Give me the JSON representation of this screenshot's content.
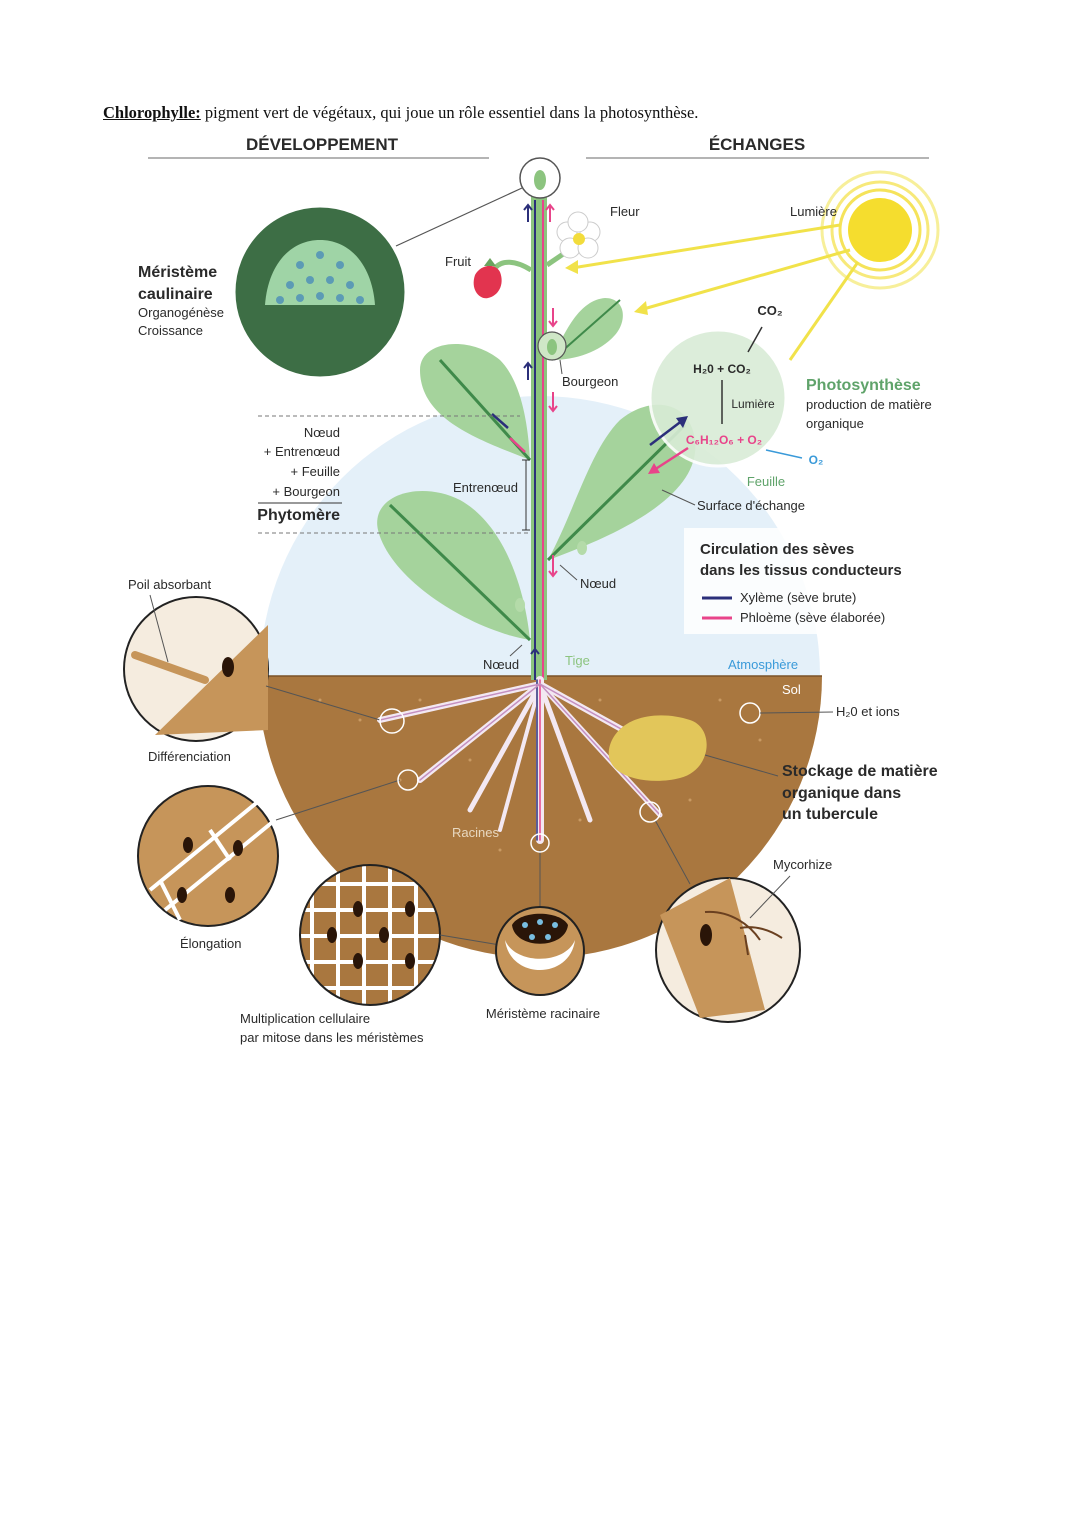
{
  "intro": {
    "term": "Chlorophylle:",
    "definition": " pigment vert de végétaux, qui joue un rôle essentiel dans la photosynthèse."
  },
  "headers": {
    "left": "DÉVELOPPEMENT",
    "right": "ÉCHANGES"
  },
  "labels": {
    "fleur": "Fleur",
    "lumiere": "Lumière",
    "fruit": "Fruit",
    "meristeme_caulinaire_1": "Méristème",
    "meristeme_caulinaire_2": "caulinaire",
    "organogenese": "Organogénèse",
    "croissance": "Croissance",
    "co2": "CO₂",
    "eq_top": "H₂0 + CO₂",
    "eq_lumiere": "Lumière",
    "eq_bottom": "C₆H₁₂O₆ + O₂",
    "o2": "O₂",
    "feuille": "Feuille",
    "photosynthese": "Photosynthèse",
    "photo_desc_1": "production de matière",
    "photo_desc_2": "organique",
    "bourgeon": "Bourgeon",
    "noeud_list": "Nœud",
    "entrenoeud_list": "+ Entrenœud",
    "feuille_list": "+ Feuille",
    "bourgeon_list": "+ Bourgeon",
    "phytomere": "Phytomère",
    "entrenoeud": "Entrenœud",
    "surface": "Surface d'échange",
    "circulation_1": "Circulation des sèves",
    "circulation_2": "dans les tissus conducteurs",
    "xyleme": "Xylème (sève brute)",
    "phloeme": "Phloème (sève élaborée)",
    "noeud_right": "Nœud",
    "poil": "Poil absorbant",
    "noeud_bottom": "Nœud",
    "tige": "Tige",
    "atmosphere": "Atmosphère",
    "sol": "Sol",
    "h2o_ions": "H₂0 et ions",
    "differenciation": "Différenciation",
    "stockage_1": "Stockage de matière",
    "stockage_2": "organique dans",
    "stockage_3": "un tubercule",
    "racines": "Racines",
    "mycorhize": "Mycorhize",
    "elongation": "Élongation",
    "meristeme_racinaire": "Méristème racinaire",
    "multiplication_1": "Multiplication cellulaire",
    "multiplication_2": "par mitose dans les méristèmes"
  },
  "colors": {
    "xylem": "#2b2f7a",
    "phloem": "#e8448a",
    "leaf": "#9fcf98",
    "leaf_vein": "#3f8a4a",
    "dark_green": "#3d6e45",
    "sky": "#e4f0f9",
    "soil": "#a9773f",
    "sun": "#f7e34a",
    "tuber": "#e2c65a",
    "photosynthese": "#5fa36a"
  }
}
